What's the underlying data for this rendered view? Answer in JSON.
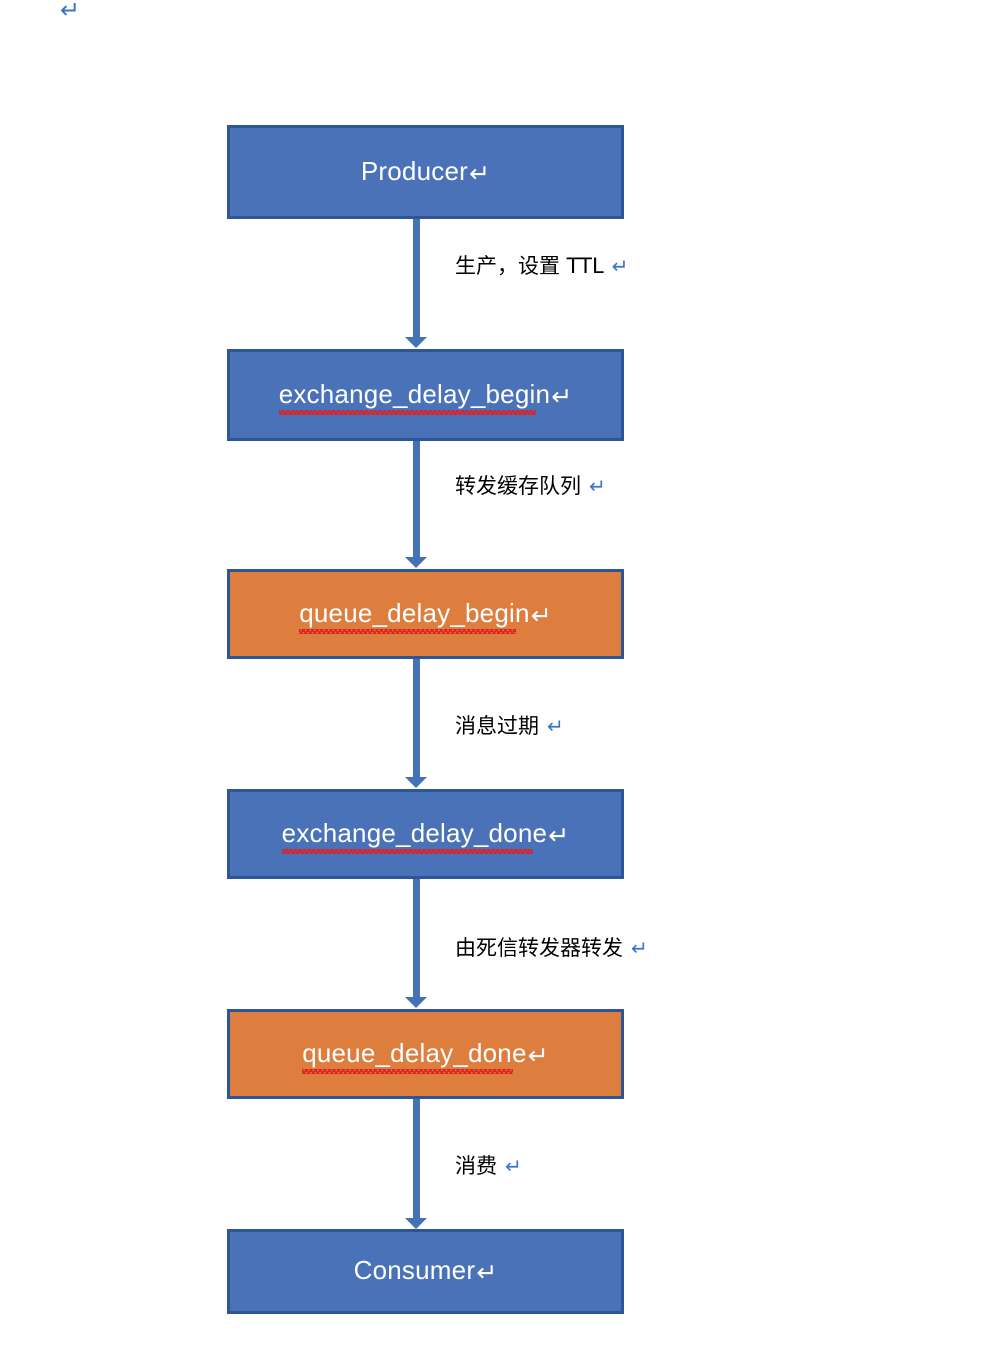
{
  "document": {
    "type": "flowchart",
    "top_paragraph_mark": "↵",
    "formatting_marks_visible": true
  },
  "colors": {
    "blue_fill": "#4A72B8",
    "orange_fill": "#DD7E3F",
    "box_border": "#2E5596",
    "connector": "#4472B6",
    "paragraph_mark": "#3B72D0",
    "spellcheck_underline": "#E02020",
    "node_text": "#FFFFFF",
    "label_text": "#000000",
    "page_background": "#FFFFFF"
  },
  "nodes": [
    {
      "id": "producer",
      "label": "Producer",
      "return_mark": "↵",
      "fill": "blue",
      "misspelled": false
    },
    {
      "id": "exchange-delay-begin",
      "label": "exchange_delay_begin",
      "return_mark": "↵",
      "fill": "blue",
      "misspelled": true
    },
    {
      "id": "queue-delay-begin",
      "label": "queue_delay_begin",
      "return_mark": "↵",
      "fill": "orange",
      "misspelled": true
    },
    {
      "id": "exchange-delay-done",
      "label": "exchange_delay_done",
      "return_mark": "↵",
      "fill": "blue",
      "misspelled": true
    },
    {
      "id": "queue-delay-done",
      "label": "queue_delay_done",
      "return_mark": "↵",
      "fill": "orange",
      "misspelled": true
    },
    {
      "id": "consumer",
      "label": "Consumer",
      "return_mark": "↵",
      "fill": "blue",
      "misspelled": false
    }
  ],
  "edges": [
    {
      "id": "edge-1",
      "from": "producer",
      "to": "exchange-delay-begin",
      "label": "生产，设置 TTL",
      "paragraph_mark": "↵"
    },
    {
      "id": "edge-2",
      "from": "exchange-delay-begin",
      "to": "queue-delay-begin",
      "label": "转发缓存队列",
      "paragraph_mark": "↵"
    },
    {
      "id": "edge-3",
      "from": "queue-delay-begin",
      "to": "exchange-delay-done",
      "label": "消息过期",
      "paragraph_mark": "↵"
    },
    {
      "id": "edge-4",
      "from": "exchange-delay-done",
      "to": "queue-delay-done",
      "label": "由死信转发器转发",
      "paragraph_mark": "↵"
    },
    {
      "id": "edge-5",
      "from": "queue-delay-done",
      "to": "consumer",
      "label": "消费",
      "paragraph_mark": "↵"
    }
  ]
}
